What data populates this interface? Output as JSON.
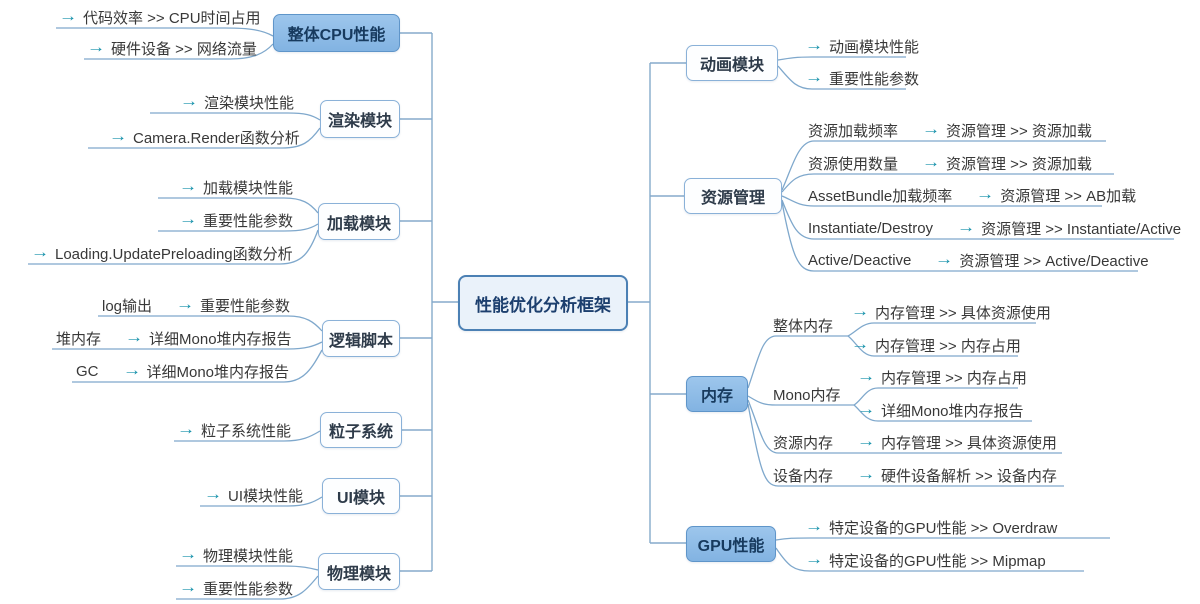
{
  "icons": {
    "arrow": "→"
  },
  "colors": {
    "node_fill": "#8cbbe6",
    "node_border": "#5f95c9",
    "plain_border": "#8ab1d8",
    "center_fill": "#eaf2fa",
    "center_border": "#4b80b4",
    "wire": "#85aacb",
    "arrow_accent": "#1792ab",
    "text": "#383838"
  },
  "center": {
    "label": "性能优化分析框架"
  },
  "left": [
    {
      "label": "整体CPU性能",
      "children": [
        {
          "text": "代码效率 >> CPU时间占用"
        },
        {
          "text": "硬件设备 >> 网络流量"
        }
      ]
    },
    {
      "label": "渲染模块",
      "children": [
        {
          "text": "渲染模块性能"
        },
        {
          "text": "Camera.Render函数分析"
        }
      ]
    },
    {
      "label": "加载模块",
      "children": [
        {
          "text": "加载模块性能"
        },
        {
          "text": "重要性能参数"
        },
        {
          "text": "Loading.UpdatePreloading函数分析"
        }
      ]
    },
    {
      "label": "逻辑脚本",
      "children": [
        {
          "pre": "log输出",
          "text": "重要性能参数"
        },
        {
          "pre": "堆内存",
          "text": "详细Mono堆内存报告"
        },
        {
          "pre": "GC",
          "text": "详细Mono堆内存报告"
        }
      ]
    },
    {
      "label": "粒子系统",
      "children": [
        {
          "text": "粒子系统性能"
        }
      ]
    },
    {
      "label": "UI模块",
      "children": [
        {
          "text": "UI模块性能"
        }
      ]
    },
    {
      "label": "物理模块",
      "children": [
        {
          "text": "物理模块性能"
        },
        {
          "text": "重要性能参数"
        }
      ]
    }
  ],
  "right": [
    {
      "label": "动画模块",
      "children": [
        {
          "text": "动画模块性能"
        },
        {
          "text": "重要性能参数"
        }
      ]
    },
    {
      "label": "资源管理",
      "children": [
        {
          "pre": "资源加载频率",
          "text": "资源管理 >> 资源加载"
        },
        {
          "pre": "资源使用数量",
          "text": "资源管理 >> 资源加载"
        },
        {
          "pre": "AssetBundle加载频率",
          "text": "资源管理 >> AB加载"
        },
        {
          "pre": "Instantiate/Destroy",
          "text": "资源管理 >> Instantiate/Active"
        },
        {
          "pre": "Active/Deactive",
          "text": "资源管理 >>  Active/Deactive"
        }
      ]
    },
    {
      "label": "内存",
      "groups": [
        {
          "label": "整体内存",
          "items": [
            "内存管理 >> 具体资源使用",
            "内存管理 >> 内存占用"
          ]
        },
        {
          "label": "Mono内存",
          "items": [
            "内存管理 >> 内存占用",
            "详细Mono堆内存报告"
          ]
        },
        {
          "label": "资源内存",
          "items": [
            "内存管理 >> 具体资源使用"
          ]
        },
        {
          "label": "设备内存",
          "items": [
            "硬件设备解析 >> 设备内存"
          ]
        }
      ]
    },
    {
      "label": "GPU性能",
      "children": [
        {
          "text": "特定设备的GPU性能 >> Overdraw"
        },
        {
          "text": "特定设备的GPU性能 >> Mipmap"
        }
      ]
    }
  ]
}
